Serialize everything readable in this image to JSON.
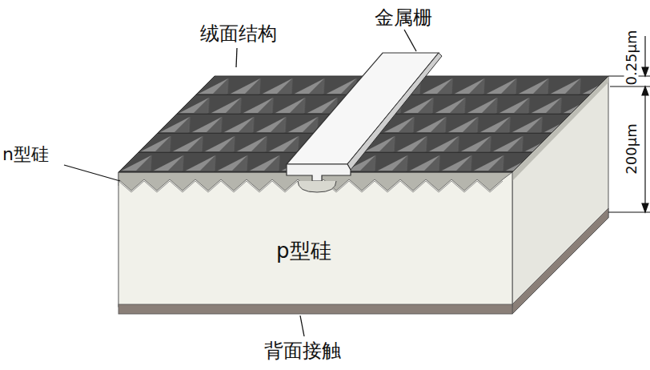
{
  "diagram": {
    "labels": [
      "绒面结构",
      "金属栅",
      "n型硅",
      "p型硅",
      "背面接触",
      "0.25μm",
      "200μm"
    ]
  }
}
